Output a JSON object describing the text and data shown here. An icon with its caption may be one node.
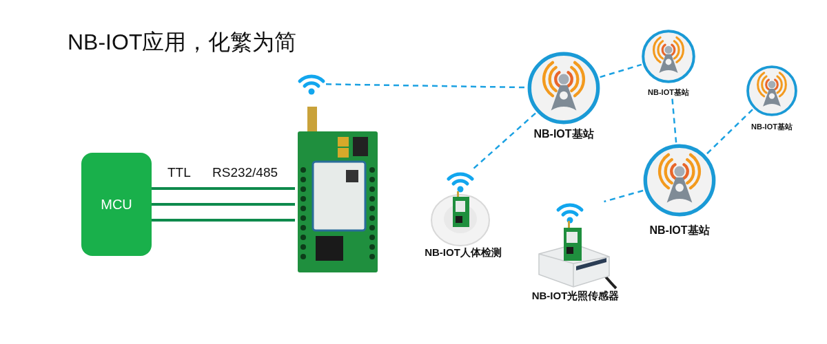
{
  "diagram": {
    "title": "NB-IOT应用，化繁为简",
    "nodes": [
      {
        "text": [
          "MCU"
        ]
      },
      {
        "text": [],
        "shape": "picture"
      },
      {
        "text": [],
        "shape": "picture"
      },
      {
        "text": [
          "NB-IOT基站"
        ]
      },
      {
        "text": [
          "NB-IOT基站"
        ]
      },
      {
        "text": [
          "NB-IOT基站"
        ]
      },
      {
        "text": [
          "NB-IOT基站"
        ]
      },
      {
        "text": [
          "NB-IOT人体检测"
        ]
      },
      {
        "text": [
          "NB-IOT光照传感器"
        ]
      }
    ],
    "edges": [
      {
        "from": 0,
        "to": 2,
        "arrow": "none",
        "color": "#0e8a4c"
      },
      {
        "from": 0,
        "to": 2,
        "arrow": "none",
        "color": "#0e8a4c"
      },
      {
        "from": 0,
        "to": 2,
        "arrow": "none",
        "color": "#0e8a4c"
      },
      {
        "from": 1,
        "to": 3,
        "arrow": "none",
        "style": "dashed"
      },
      {
        "from": 3,
        "to": 4,
        "arrow": "none",
        "style": "dashed"
      },
      {
        "from": 4,
        "to": 6,
        "arrow": "none",
        "style": "dashed"
      },
      {
        "from": 5,
        "to": 6,
        "arrow": "none",
        "style": "dashed"
      },
      {
        "from": 3,
        "to": 7,
        "arrow": "none",
        "style": "dashed"
      },
      {
        "from": 6,
        "to": 8,
        "arrow": "none",
        "style": "dashed"
      }
    ],
    "labels": [
      "TTL",
      "RS232/485"
    ]
  }
}
